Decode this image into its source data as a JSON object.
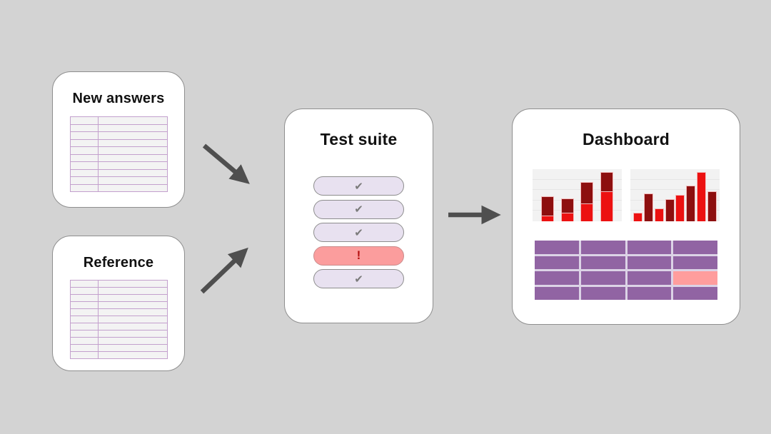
{
  "colors": {
    "background": "#d3d3d3",
    "card_bg": "#ffffff",
    "card_border": "#8e8e8e",
    "title": "#111111",
    "arrow": "#4f4f4f",
    "doc_border": "#c3a0cd",
    "doc_fill": "#f3f3f3",
    "pass_bg": "#e8e1f0",
    "pass_border": "#8d8d8d",
    "check": "#7b7b7b",
    "fail_bg": "#fb9d9d",
    "fail_border": "#c98c8c",
    "fail_glyph": "#b51111",
    "chart_bg": "#f2f2f2",
    "gridline": "#e6e6e6",
    "bar_red": "#ec1111",
    "bar_darkred": "#8d0f0f",
    "table_purple": "#9164a3",
    "table_gap": "#dcd3e6",
    "table_highlight": "#ff9d9d"
  },
  "cards": {
    "new_answers": {
      "title": "New answers"
    },
    "reference": {
      "title": "Reference"
    },
    "test_suite": {
      "title": "Test suite"
    },
    "dashboard": {
      "title": "Dashboard"
    }
  },
  "doc_tables": {
    "new_answers": {
      "rows": 10,
      "cols": 2,
      "col_fr": [
        29,
        71
      ]
    },
    "reference": {
      "rows": 11,
      "cols": 2,
      "col_fr": [
        29,
        71
      ]
    }
  },
  "test_suite": {
    "pass_glyph": "✔",
    "fail_glyph": "!",
    "items": [
      {
        "status": "pass"
      },
      {
        "status": "pass"
      },
      {
        "status": "pass"
      },
      {
        "status": "fail"
      },
      {
        "status": "pass"
      }
    ]
  },
  "chart_data": [
    {
      "type": "bar",
      "stacked": true,
      "title": "",
      "units": "percent_of_plot_height",
      "categories": [
        "1",
        "2",
        "3",
        "4"
      ],
      "series": [
        {
          "name": "bottom-segment-bright-red",
          "color": "#ec1111",
          "values": [
            11,
            17,
            34,
            58
          ]
        },
        {
          "name": "top-segment-dark-red",
          "color": "#8d0f0f",
          "values": [
            37,
            27,
            42,
            37
          ]
        }
      ],
      "ylim": [
        0,
        100
      ],
      "grid": true,
      "gridlines_pct": [
        20,
        40,
        60,
        80
      ]
    },
    {
      "type": "bar",
      "stacked": false,
      "title": "",
      "units": "percent_of_plot_height",
      "categories": [
        "1",
        "2",
        "3",
        "4"
      ],
      "series": [
        {
          "name": "bright-red",
          "color": "#ec1111",
          "values": [
            16,
            25,
            51,
            94
          ]
        },
        {
          "name": "dark-red",
          "color": "#8d0f0f",
          "values": [
            53,
            42,
            68,
            57
          ]
        }
      ],
      "ylim": [
        0,
        100
      ],
      "grid": true,
      "gridlines_pct": [
        20,
        40,
        60,
        80
      ]
    }
  ],
  "dashboard_table": {
    "rows": 4,
    "cols": 4,
    "highlight_cell": {
      "row": 3,
      "col": 4
    }
  }
}
